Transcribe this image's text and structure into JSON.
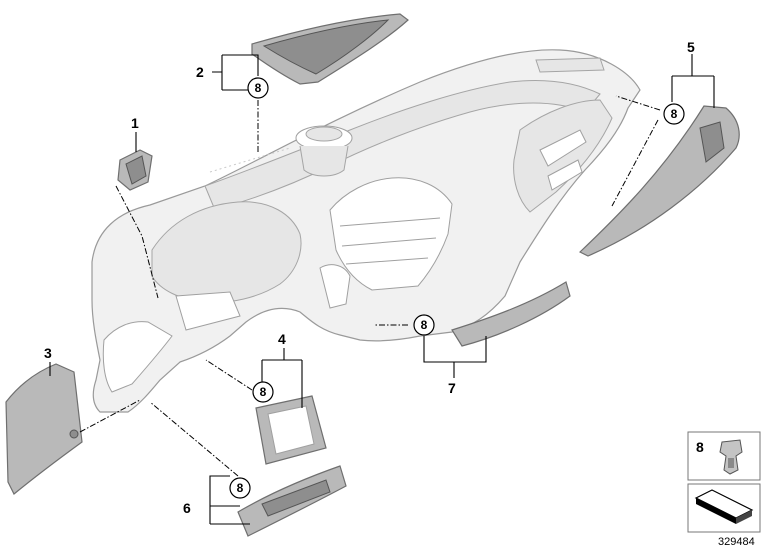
{
  "callouts": {
    "c1": "1",
    "c2": "2",
    "c3": "3",
    "c4": "4",
    "c5": "5",
    "c6": "6",
    "c7": "7",
    "c8": "8"
  },
  "legend": {
    "item_number": "8"
  },
  "reference_number": "329484",
  "colors": {
    "part_fill": "#b9b9b9",
    "dashboard_fill": "#f1f1f1",
    "line": "#000000"
  }
}
